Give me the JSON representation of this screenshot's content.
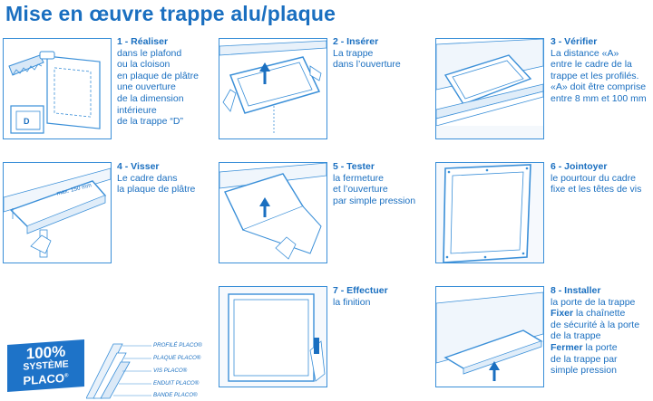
{
  "title": "Mise en œuvre trappe alu/plaque",
  "steps": [
    {
      "head": "1 - Réaliser",
      "lines": [
        "dans le plafond",
        "ou la cloison",
        "en plaque de plâtre",
        "une ouverture",
        "de la dimension",
        "intérieure",
        "de la trappe “D”"
      ]
    },
    {
      "head": "2 - Insérer",
      "lines": [
        "La trappe",
        "dans l’ouverture"
      ]
    },
    {
      "head": "3 - Vérifier",
      "lines": [
        "La distance «A»",
        "entre le cadre de la",
        "trappe et les profilés.",
        "«A» doit être comprise",
        "entre 8 mm et 100 mm"
      ]
    },
    {
      "head": "4 - Visser",
      "lines": [
        "Le cadre dans",
        "la plaque de plâtre"
      ]
    },
    {
      "head": "5 - Tester",
      "lines": [
        "la fermeture",
        "et l’ouverture",
        "par simple pression"
      ]
    },
    {
      "head": "6 - Jointoyer",
      "lines": [
        "le pourtour du cadre",
        "fixe et les têtes de vis"
      ]
    },
    {
      "head": "7 - Effectuer",
      "lines": [
        "la finition"
      ]
    },
    {
      "head": "8 - Installer",
      "line1": "la porte de la trappe",
      "fixer_word": "Fixer",
      "fixer_rest": " la chaînette",
      "line3": "de sécurité à la porte",
      "line4": "de la trappe",
      "fermer_word": "Fermer",
      "fermer_rest": " la porte",
      "line6": "de la trappe par",
      "line7": "simple pression"
    }
  ],
  "panel_labels": {
    "dimension": "D",
    "max_spacing": "max. 150 mm"
  },
  "badge": {
    "line1": "100%",
    "line2": "SYSTÈME",
    "line3": "PLACO",
    "reg": "®"
  },
  "layers": [
    "PROFILÉ PLACO®",
    "PLAQUE PLACO®",
    "VIS PLACO®",
    "ENDUIT PLACO®",
    "BANDE PLACO®"
  ],
  "colors": {
    "brand_blue": "#1a6fc0",
    "panel_border": "#3a8fd8",
    "badge_bg": "#1e73c8"
  }
}
